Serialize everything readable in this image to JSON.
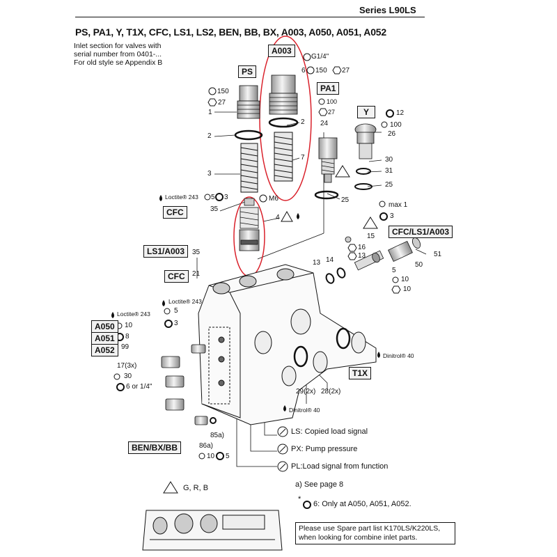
{
  "header": {
    "series": "Series L90LS",
    "heading": "PS, PA1, Y, T1X, CFC, LS1, LS2, BEN, BB, BX, A003, A050, A051, A052",
    "note_lines": [
      "Inlet section for valves with",
      "serial number from 0401-...",
      "For old style se Appendix B"
    ]
  },
  "boxes": {
    "a003": "A003",
    "ps": "PS",
    "pa1": "PA1",
    "y": "Y",
    "cfc": "CFC",
    "cfc_ls1_a003": "CFC/LS1/A003",
    "ls1_a003": "LS1/A003",
    "cfc2": "CFC",
    "a050": "A050",
    "a051": "A051",
    "a052": "A052",
    "t1x": "T1X",
    "ben_bx_bb": "BEN/BX/BB"
  },
  "labels": {
    "g14": "G1/4\"",
    "n6": "6",
    "t150": "150",
    "h27": "27",
    "ps_150": "150",
    "ps_27": "27",
    "p1": "1",
    "p2": "2",
    "p3": "3",
    "a2": "2",
    "a7": "7",
    "pa1_100": "100",
    "pa1_27": "27",
    "p24": "24",
    "p25a": "25",
    "y12": "12",
    "y100": "100",
    "p26": "26",
    "p30": "30",
    "p31": "31",
    "p25b": "25",
    "loctite1": "Loctite® 243",
    "c5": "5",
    "c3": "3",
    "m6": "M6",
    "p35": "35",
    "p4": "4",
    "max1": "max 1",
    "c3b": "3",
    "p15": "15",
    "h16": "16",
    "h13": "13",
    "p51": "51",
    "p50": "50",
    "p13": "13",
    "p14": "14",
    "p5": "5",
    "c10": "10",
    "h10": "10",
    "p35b": "35",
    "p21": "21",
    "loctite2": "Loctite® 243",
    "c5b": "5",
    "c3c": "3",
    "loctite3": "Loctite® 243",
    "c10b": "10",
    "o8": "8",
    "p99": "99",
    "p17": "17(3x)",
    "c30": "30",
    "sixor": "6 or 1/4\"",
    "p85a": "85a)",
    "p86a": "86a)",
    "c10c": "10",
    "o5": "5",
    "dinitrol1": "Dinitrol® 40",
    "p29": "29(2x)",
    "p28": "28(2x)",
    "dinitrol2": "Dinitrol® 40",
    "ls": "LS: Copied load signal",
    "px": "PX: Pump pressure",
    "pl": "PL:Load signal from function",
    "seepage": "a) See page 8",
    "star": "*",
    "only": "6: Only at A050, A051, A052.",
    "grb": "G, R, B"
  },
  "bottom_note": [
    "Please use Spare part list K170LS/K220LS,",
    "when looking for combine inlet parts."
  ],
  "colors": {
    "highlight": "#d9202a",
    "ink": "#111111",
    "box_fill": "#f2f2f2",
    "part_fill": "#d8d8d8"
  }
}
